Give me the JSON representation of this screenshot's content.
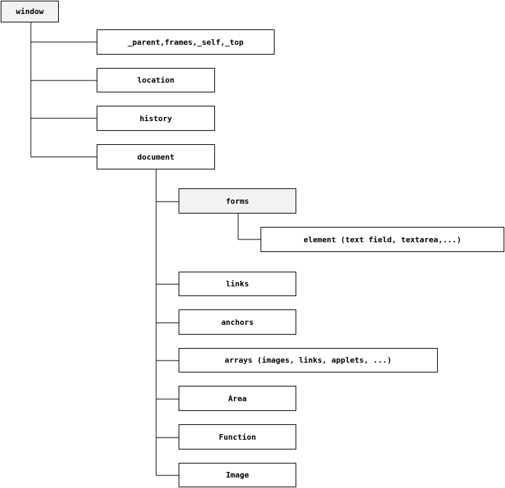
{
  "diagram": {
    "root": {
      "label": "window"
    },
    "window_children": [
      {
        "label": "_parent,frames,_self,_top"
      },
      {
        "label": "location"
      },
      {
        "label": "history"
      },
      {
        "label": "document"
      }
    ],
    "document_children": [
      {
        "label": "forms"
      },
      {
        "label": "links"
      },
      {
        "label": "anchors"
      },
      {
        "label": "arrays (images, links, applets, ...)"
      },
      {
        "label": "Area"
      },
      {
        "label": "Function"
      },
      {
        "label": "Image"
      }
    ],
    "forms_children": [
      {
        "label": "element (text field, textarea,...)"
      }
    ]
  }
}
